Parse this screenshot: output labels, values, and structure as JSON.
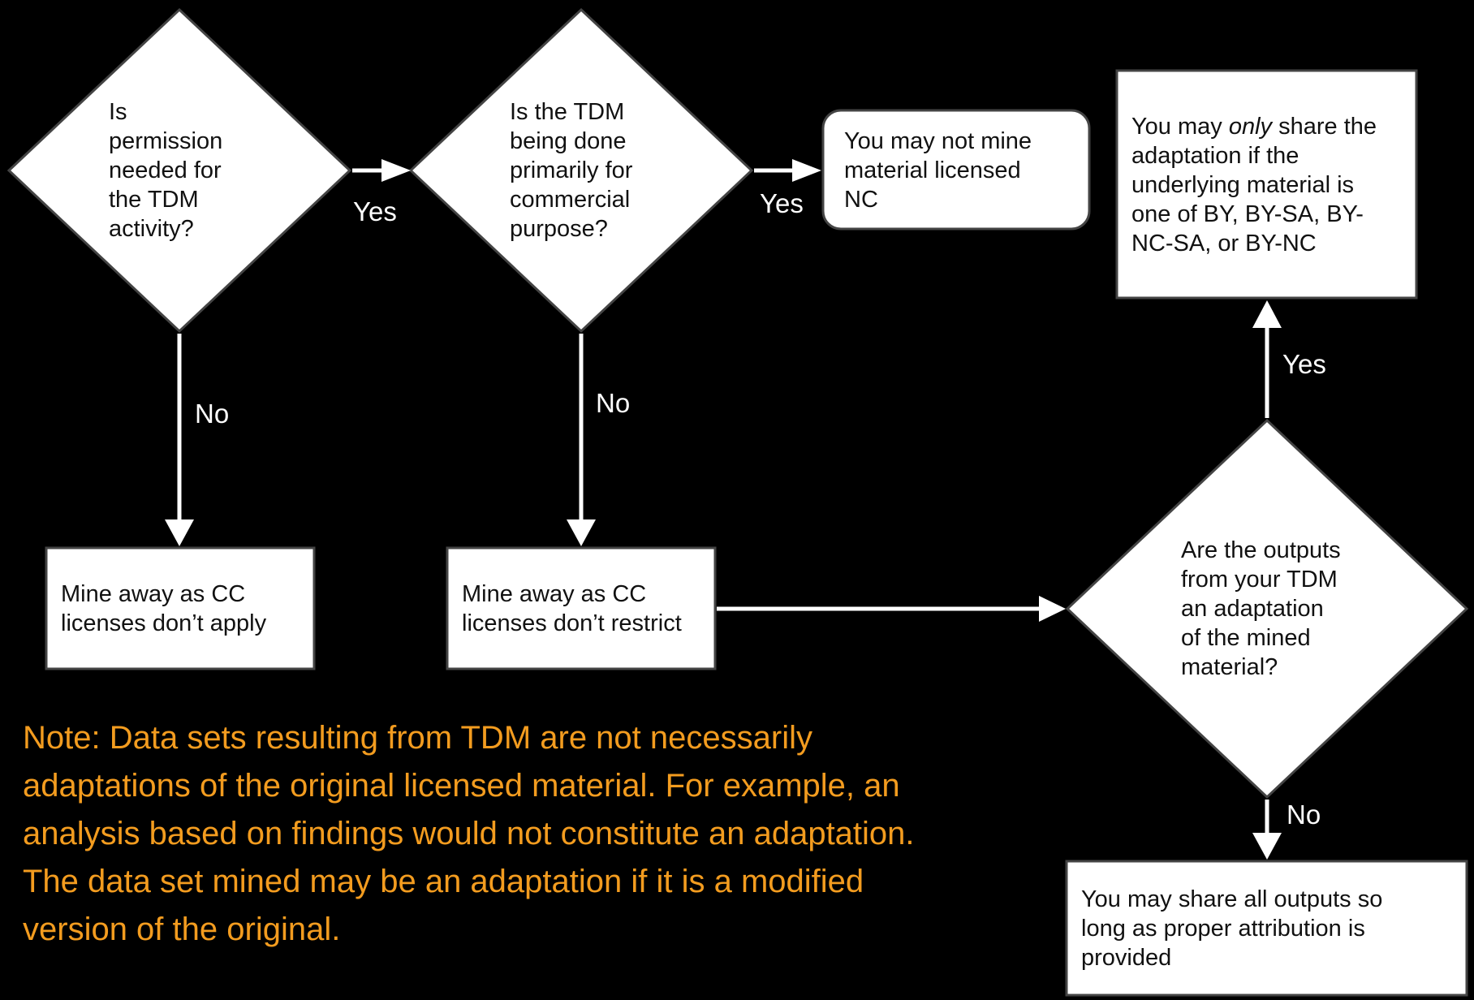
{
  "colors": {
    "background": "#000000",
    "node_fill": "#ffffff",
    "node_border": "#444444",
    "connector": "#ffffff",
    "edge_label": "#ffffff",
    "note": "#f39c1f"
  },
  "nodes": {
    "q_permission": {
      "lines": [
        "Is",
        "permission",
        "needed for",
        "the TDM",
        "activity?"
      ]
    },
    "q_commercial": {
      "lines": [
        "Is the TDM",
        "being done",
        "primarily for",
        "commercial",
        "purpose?"
      ]
    },
    "r_no_nc": {
      "lines": [
        "You may not mine",
        "material licensed",
        "NC"
      ]
    },
    "r_only_share": {
      "prefix": "You may ",
      "emphasis": "only",
      "suffix": " share the",
      "lines": [
        "adaptation if the",
        "underlying material is",
        "one of BY, BY-SA, BY-",
        "NC-SA, or BY-NC"
      ]
    },
    "r_dont_apply": {
      "lines": [
        "Mine away as CC",
        "licenses don’t apply"
      ]
    },
    "r_dont_restrict": {
      "lines": [
        "Mine away as CC",
        "licenses don’t restrict"
      ]
    },
    "q_adaptation": {
      "lines": [
        "Are the outputs",
        "from your TDM",
        "an adaptation",
        "of the mined",
        "material?"
      ]
    },
    "r_share_all": {
      "lines": [
        "You may share all outputs so",
        "long as proper attribution is",
        "provided"
      ]
    }
  },
  "edge_labels": {
    "yes_1": "Yes",
    "yes_2": "Yes",
    "yes_3": "Yes",
    "no_1": "No",
    "no_2": "No",
    "no_3": "No"
  },
  "note": {
    "lines": [
      "Note: Data sets resulting from TDM are not necessarily",
      "adaptations of the original licensed material. For example, an",
      "analysis based on findings would not constitute an adaptation.",
      "The data set mined may be an adaptation if it is a modified",
      "version of the original."
    ]
  }
}
